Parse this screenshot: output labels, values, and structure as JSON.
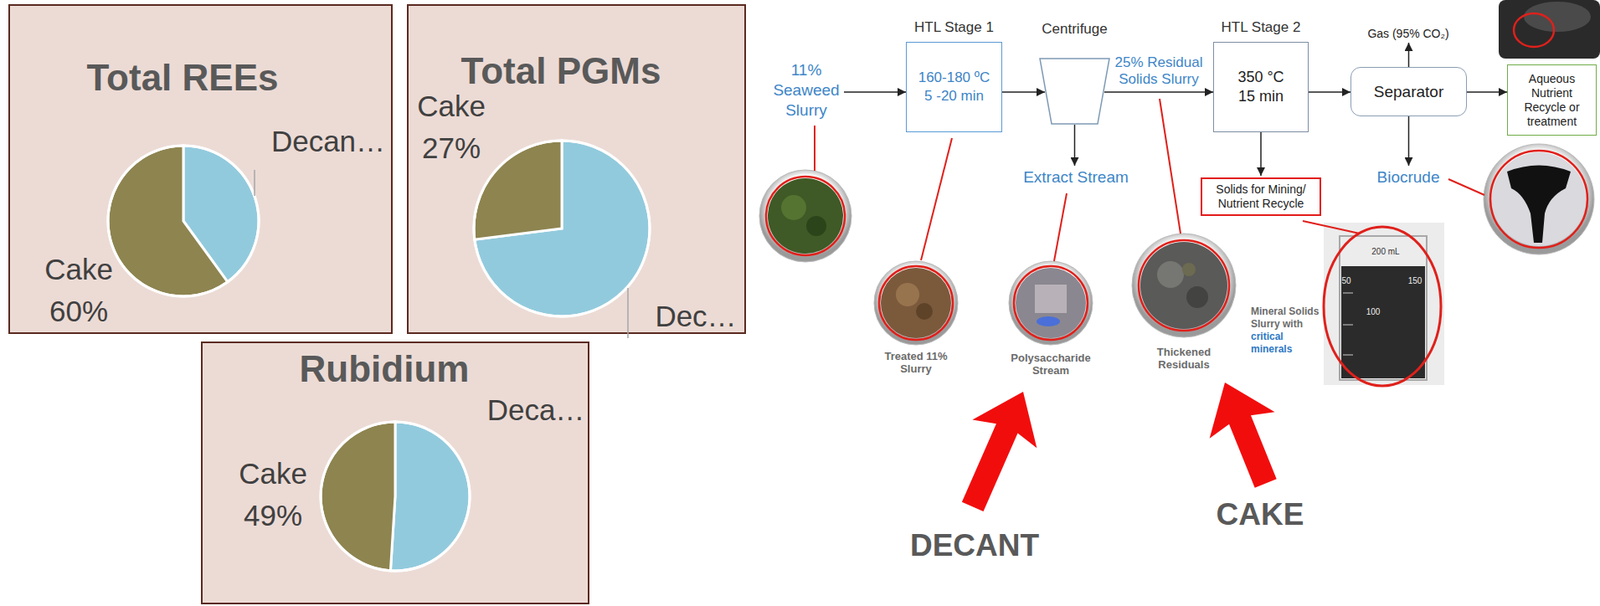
{
  "diagram": {
    "nodes": [
      {
        "text": [
          "Total REEs",
          "Decan…",
          "Cake 60%"
        ]
      },
      {
        "text": [
          "Total PGMs",
          "Cake 27%",
          "Dec…"
        ]
      },
      {
        "text": [
          "Rubidium",
          "Deca…",
          "Cake 49%"
        ]
      },
      {
        "text": [
          "11% Seaweed Slurry"
        ]
      },
      {
        "text": [
          "HTL Stage 1",
          "160-180 ºC 5 -20 min"
        ]
      },
      {
        "text": [
          "Centrifuge"
        ]
      },
      {
        "text": [
          "Extract Stream"
        ]
      },
      {
        "text": [
          "HTL Stage 2",
          "350 °C 15 min"
        ]
      },
      {
        "text": [
          "Gas (95% CO₂)"
        ]
      },
      {
        "text": [
          "Separator"
        ]
      },
      {
        "text": [
          "Aqueous Nutrient Recycle or treatment"
        ]
      },
      {
        "text": [
          "Solids for Mining/ Nutrient Recycle"
        ]
      },
      {
        "text": [
          "Biocrude"
        ]
      }
    ],
    "edges": [
      {
        "from": 3,
        "to": 4,
        "arrow": "to"
      },
      {
        "from": 4,
        "to": 5,
        "arrow": "to"
      },
      {
        "from": 5,
        "to": 6,
        "arrow": "to"
      },
      {
        "from": 5,
        "to": 7,
        "label": "25% Residual Solids Slurry",
        "arrow": "to"
      },
      {
        "from": 7,
        "to": 9,
        "arrow": "to"
      },
      {
        "from": 9,
        "to": 8,
        "arrow": "to"
      },
      {
        "from": 9,
        "to": 10,
        "arrow": "to"
      },
      {
        "from": 9,
        "to": 12,
        "arrow": "to"
      },
      {
        "from": 7,
        "to": 11,
        "arrow": "to"
      }
    ],
    "labels": [
      "Treated 11% Slurry",
      "Polysaccharide Stream",
      "Thickened Residuals",
      "Mineral Solids Slurry with",
      "critical minerals",
      "200 mL",
      "150",
      "100",
      "50",
      "DECANT",
      "CAKE"
    ]
  }
}
